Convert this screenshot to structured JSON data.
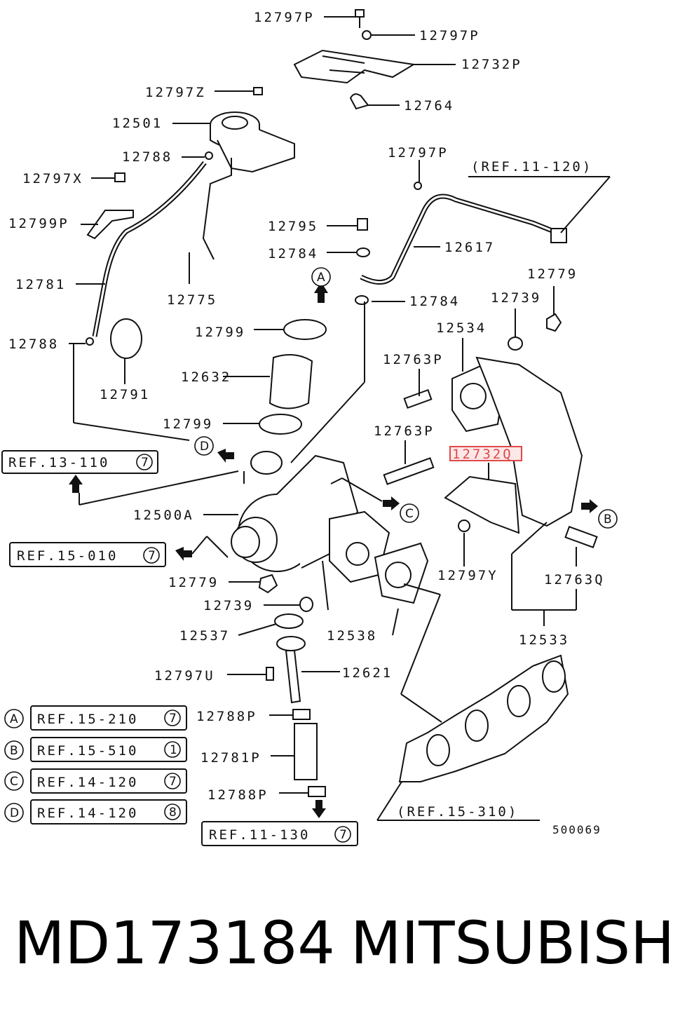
{
  "labels": {
    "l12797P_a": "12797P",
    "l12797P_b": "12797P",
    "l12732P": "12732P",
    "l12797Z": "12797Z",
    "l12764": "12764",
    "l12501": "12501",
    "l12788_a": "12788",
    "l12797X": "12797X",
    "l12797P_c": "12797P",
    "l12799P": "12799P",
    "l12795": "12795",
    "l12617": "12617",
    "l12784_a": "12784",
    "l12779_a": "12779",
    "l12781": "12781",
    "l12775": "12775",
    "l12784_b": "12784",
    "l12739_a": "12739",
    "l12799_a": "12799",
    "l12534": "12534",
    "l12788_b": "12788",
    "l12763P_a": "12763P",
    "l12632": "12632",
    "l12791": "12791",
    "l12799_b": "12799",
    "l12763P_b": "12763P",
    "l12732Q": "12732Q",
    "l12500A": "12500A",
    "l12797Y": "12797Y",
    "l12763Q": "12763Q",
    "l12779_b": "12779",
    "l12739_b": "12739",
    "l12537": "12537",
    "l12538": "12538",
    "l12533": "12533",
    "l12621": "12621",
    "l12797U": "12797U",
    "l12788P_a": "12788P",
    "l12781P": "12781P",
    "l12788P_b": "12788P"
  },
  "refs": {
    "ref_11_120": "(REF.11-120)",
    "ref_13_110": "REF.13-110",
    "ref_13_110_num": "7",
    "ref_15_010": "REF.15-010",
    "ref_15_010_num": "7",
    "ref_15_310": "(REF.15-310)",
    "ref_11_130": "REF.11-130",
    "ref_11_130_num": "7"
  },
  "callouts": {
    "a": "A",
    "b": "B",
    "c": "C",
    "d": "D"
  },
  "legend": [
    {
      "key": "A",
      "ref": "REF.15-210",
      "num": "7"
    },
    {
      "key": "B",
      "ref": "REF.15-510",
      "num": "1"
    },
    {
      "key": "C",
      "ref": "REF.14-120",
      "num": "7"
    },
    {
      "key": "D",
      "ref": "REF.14-120",
      "num": "8"
    }
  ],
  "figure_id": "500069",
  "footer": {
    "part_number": "MD173184",
    "brand": "MITSUBISHI"
  },
  "colors": {
    "highlight": "#e04848",
    "highlight_fill": "#fde8e8",
    "ink": "#111111"
  }
}
